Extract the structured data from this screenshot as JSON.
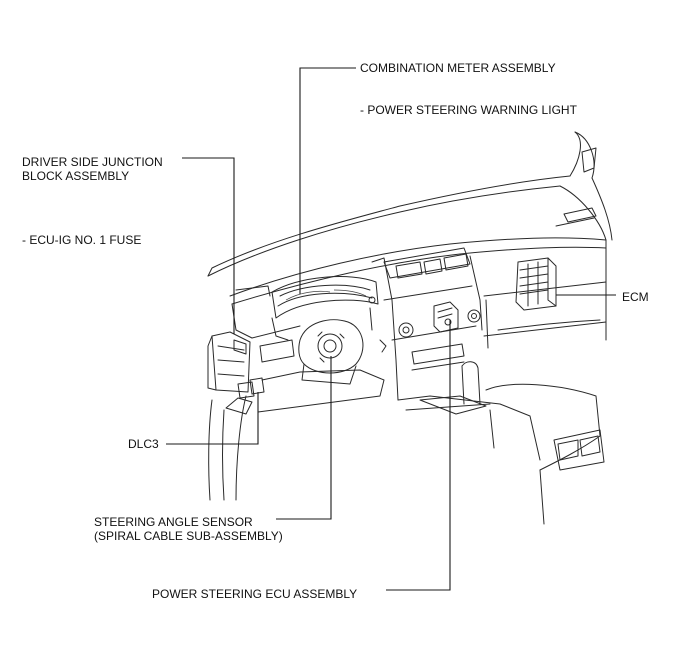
{
  "labels": {
    "combination_meter": "COMBINATION METER ASSEMBLY",
    "power_steering_warning": "- POWER STEERING WARNING LIGHT",
    "driver_junction_line1": "DRIVER SIDE JUNCTION",
    "driver_junction_line2": "BLOCK ASSEMBLY",
    "ecu_ig_fuse": "- ECU-IG NO. 1 FUSE",
    "ecm": "ECM",
    "dlc3": "DLC3",
    "steering_sensor_line1": "STEERING ANGLE SENSOR",
    "steering_sensor_line2": "(SPIRAL CABLE SUB-ASSEMBLY)",
    "power_steering_ecu": "POWER STEERING ECU ASSEMBLY"
  }
}
